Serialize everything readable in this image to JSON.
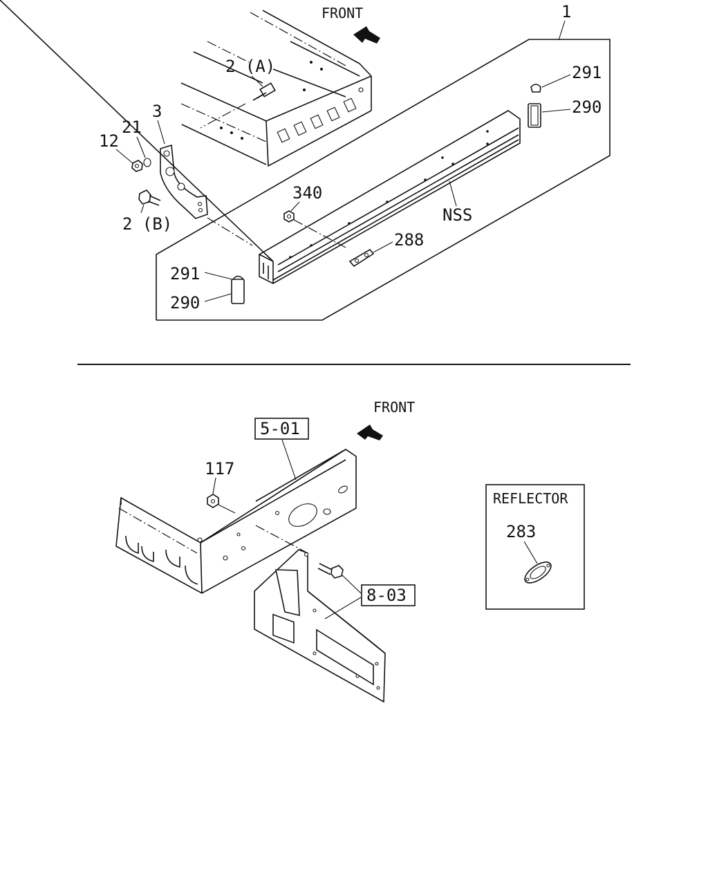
{
  "top_view": {
    "front_label": "FRONT",
    "callouts": {
      "assembly": "1",
      "bolt_a": "2 (A)",
      "bolt_b": "2 (B)",
      "bracket": "3",
      "washer": "21",
      "nut": "12",
      "nut_340": "340",
      "plug_rear": "291",
      "cap_rear": "290",
      "plug_front": "291",
      "cap_front": "290",
      "plate": "288",
      "side_note": "NSS"
    }
  },
  "bottom_view": {
    "front_label": "FRONT",
    "ref_frame": "5-01",
    "ref_bracket": "8-03",
    "callout_nut": "117",
    "reflector_box": {
      "title": "REFLECTOR",
      "part": "283"
    }
  },
  "icons": {
    "front_arrow": "arrow-left-icon"
  }
}
